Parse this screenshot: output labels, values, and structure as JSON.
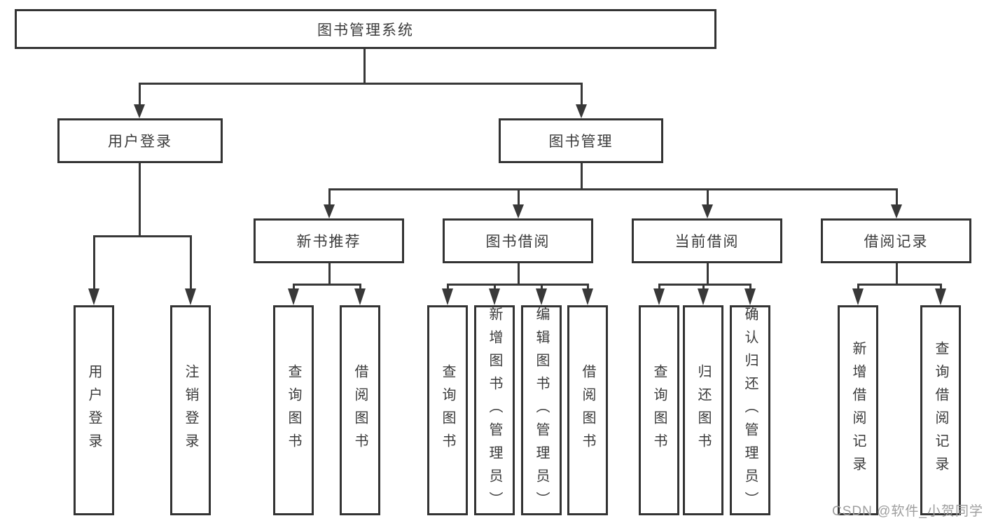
{
  "diagram": {
    "title": "图书管理系统",
    "branches": [
      {
        "label": "用户登录",
        "children": [
          {
            "label": "用户登录"
          },
          {
            "label": "注销登录"
          }
        ]
      },
      {
        "label": "图书管理",
        "children": [
          {
            "label": "新书推荐",
            "children": [
              {
                "label": "查询图书"
              },
              {
                "label": "借阅图书"
              }
            ]
          },
          {
            "label": "图书借阅",
            "children": [
              {
                "label": "查询图书"
              },
              {
                "label": "新增图书（管理员）"
              },
              {
                "label": "编辑图书（管理员）"
              },
              {
                "label": "借阅图书"
              }
            ]
          },
          {
            "label": "当前借阅",
            "children": [
              {
                "label": "查询图书"
              },
              {
                "label": "归还图书"
              },
              {
                "label": "确认归还（管理员）"
              }
            ]
          },
          {
            "label": "借阅记录",
            "children": [
              {
                "label": "新增借阅记录"
              },
              {
                "label": "查询借阅记录"
              }
            ]
          }
        ]
      }
    ]
  },
  "watermark": {
    "text": "CSDN @软件_小贺同学"
  },
  "colors": {
    "line": "#383838",
    "box_border": "#333333",
    "text": "#3b3b3b",
    "background": "#ffffff",
    "watermark": "#9e9e9e"
  }
}
